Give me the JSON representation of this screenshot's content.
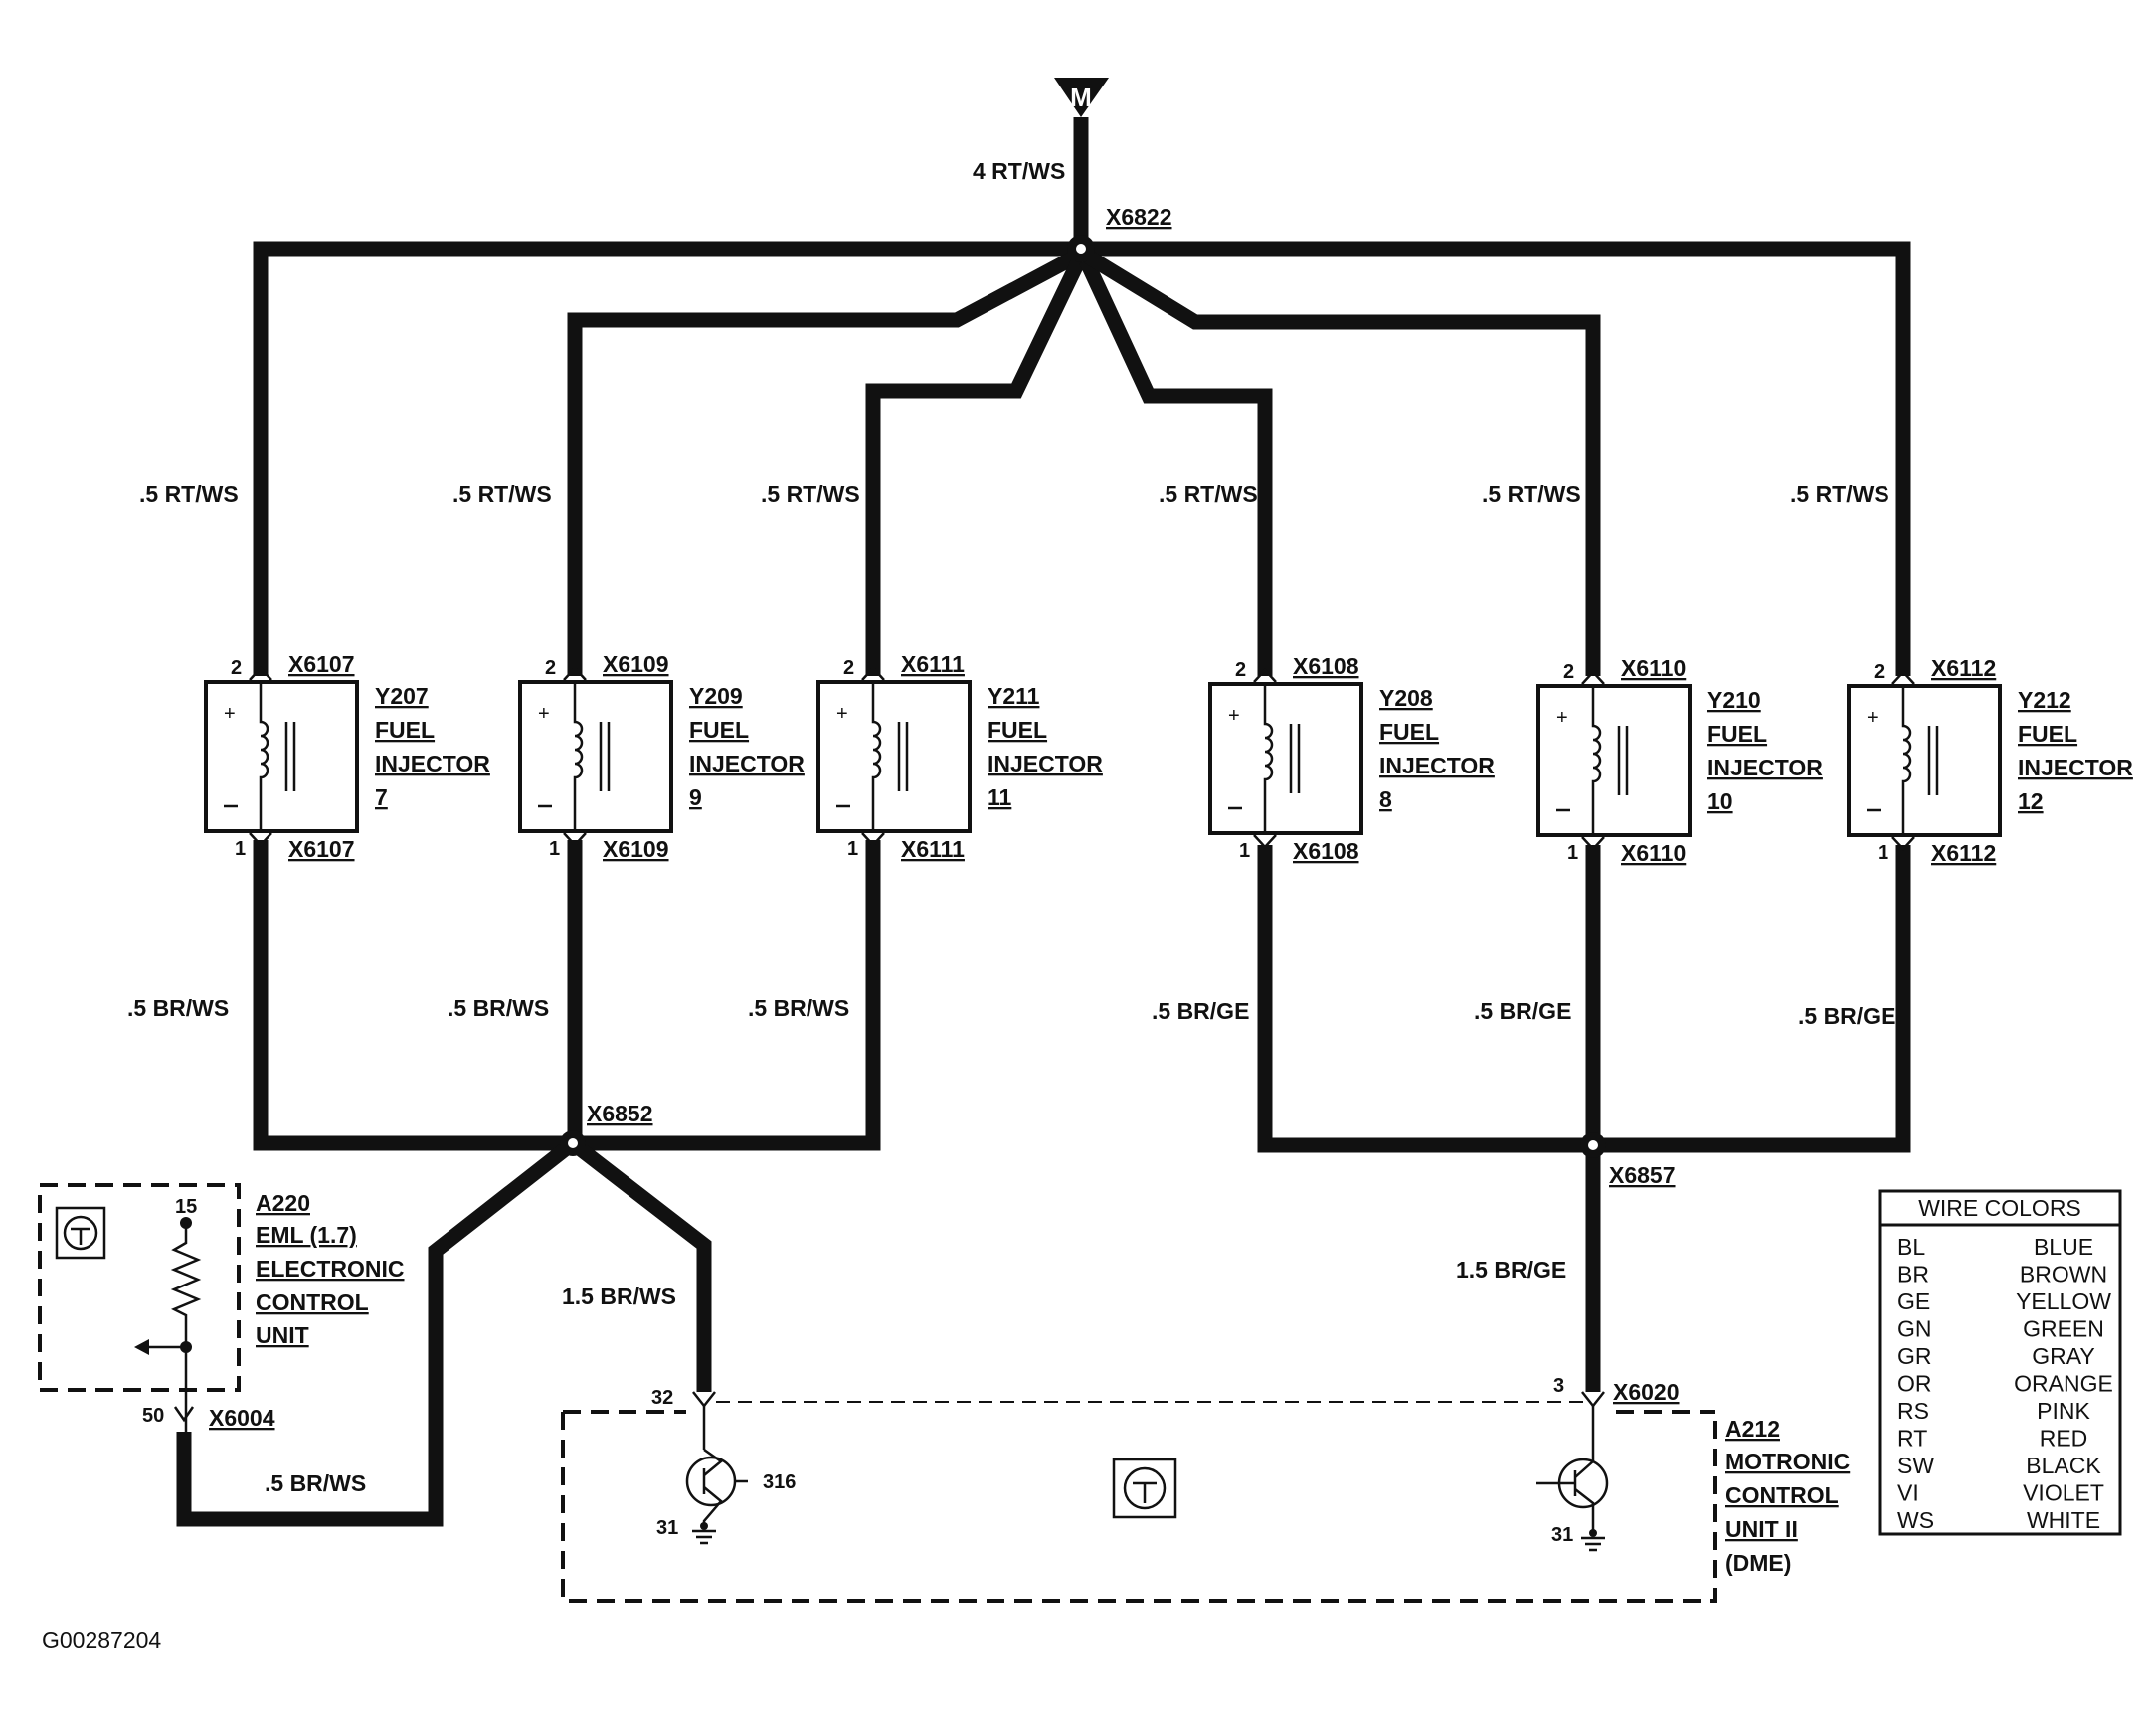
{
  "ground_marker": "M",
  "main_feed": {
    "wire": "4 RT/WS",
    "splice": "X6822"
  },
  "injectors": [
    {
      "id": "Y207",
      "name1": "FUEL",
      "name2": "INJECTOR",
      "num": "7",
      "conn_top": "X6107",
      "conn_bot": "X6107",
      "pin_top": "2",
      "pin_bot": "1",
      "wire_top": ".5 RT/WS",
      "wire_bot": ".5 BR/WS"
    },
    {
      "id": "Y209",
      "name1": "FUEL",
      "name2": "INJECTOR",
      "num": "9",
      "conn_top": "X6109",
      "conn_bot": "X6109",
      "pin_top": "2",
      "pin_bot": "1",
      "wire_top": ".5 RT/WS",
      "wire_bot": ".5 BR/WS"
    },
    {
      "id": "Y211",
      "name1": "FUEL",
      "name2": "INJECTOR",
      "num": "11",
      "conn_top": "X6111",
      "conn_bot": "X6111",
      "pin_top": "2",
      "pin_bot": "1",
      "wire_top": ".5 RT/WS",
      "wire_bot": ".5 BR/WS"
    },
    {
      "id": "Y208",
      "name1": "FUEL",
      "name2": "INJECTOR",
      "num": "8",
      "conn_top": "X6108",
      "conn_bot": "X6108",
      "pin_top": "2",
      "pin_bot": "1",
      "wire_top": ".5 RT/WS",
      "wire_bot": ".5 BR/GE"
    },
    {
      "id": "Y210",
      "name1": "FUEL",
      "name2": "INJECTOR",
      "num": "10",
      "conn_top": "X6110",
      "conn_bot": "X6110",
      "pin_top": "2",
      "pin_bot": "1",
      "wire_top": ".5 RT/WS",
      "wire_bot": ".5 BR/GE"
    },
    {
      "id": "Y212",
      "name1": "FUEL",
      "name2": "INJECTOR",
      "num": "12",
      "conn_top": "X6112",
      "conn_bot": "X6112",
      "pin_top": "2",
      "pin_bot": "1",
      "wire_top": ".5 RT/WS",
      "wire_bot": ".5 BR/GE"
    }
  ],
  "splice_left": {
    "id": "X6852",
    "wire_down": "1.5 BR/WS",
    "wire_to_eml": ".5 BR/WS"
  },
  "splice_right": {
    "id": "X6857",
    "wire_down": "1.5 BR/GE"
  },
  "eml_unit": {
    "id": "A220",
    "line1": "EML (1.7)",
    "line2": "ELECTRONIC",
    "line3": "CONTROL",
    "line4": "UNIT",
    "pin_top": "15",
    "pin_out": "50",
    "connector": "X6004"
  },
  "motronic_unit": {
    "id": "A212",
    "line1": "MOTRONIC",
    "line2": "CONTROL",
    "line3": "UNIT II",
    "line4": "(DME)",
    "pin_left": "32",
    "pin_right": "3",
    "connector": "X6020",
    "transistor_label": "316",
    "ground_left": "31",
    "ground_right": "31"
  },
  "legend": {
    "title": "WIRE COLORS",
    "rows": [
      {
        "code": "BL",
        "color": "BLUE"
      },
      {
        "code": "BR",
        "color": "BROWN"
      },
      {
        "code": "GE",
        "color": "YELLOW"
      },
      {
        "code": "GN",
        "color": "GREEN"
      },
      {
        "code": "GR",
        "color": "GRAY"
      },
      {
        "code": "OR",
        "color": "ORANGE"
      },
      {
        "code": "RS",
        "color": "PINK"
      },
      {
        "code": "RT",
        "color": "RED"
      },
      {
        "code": "SW",
        "color": "BLACK"
      },
      {
        "code": "VI",
        "color": "VIOLET"
      },
      {
        "code": "WS",
        "color": "WHITE"
      }
    ]
  },
  "figure_id": "G00287204"
}
